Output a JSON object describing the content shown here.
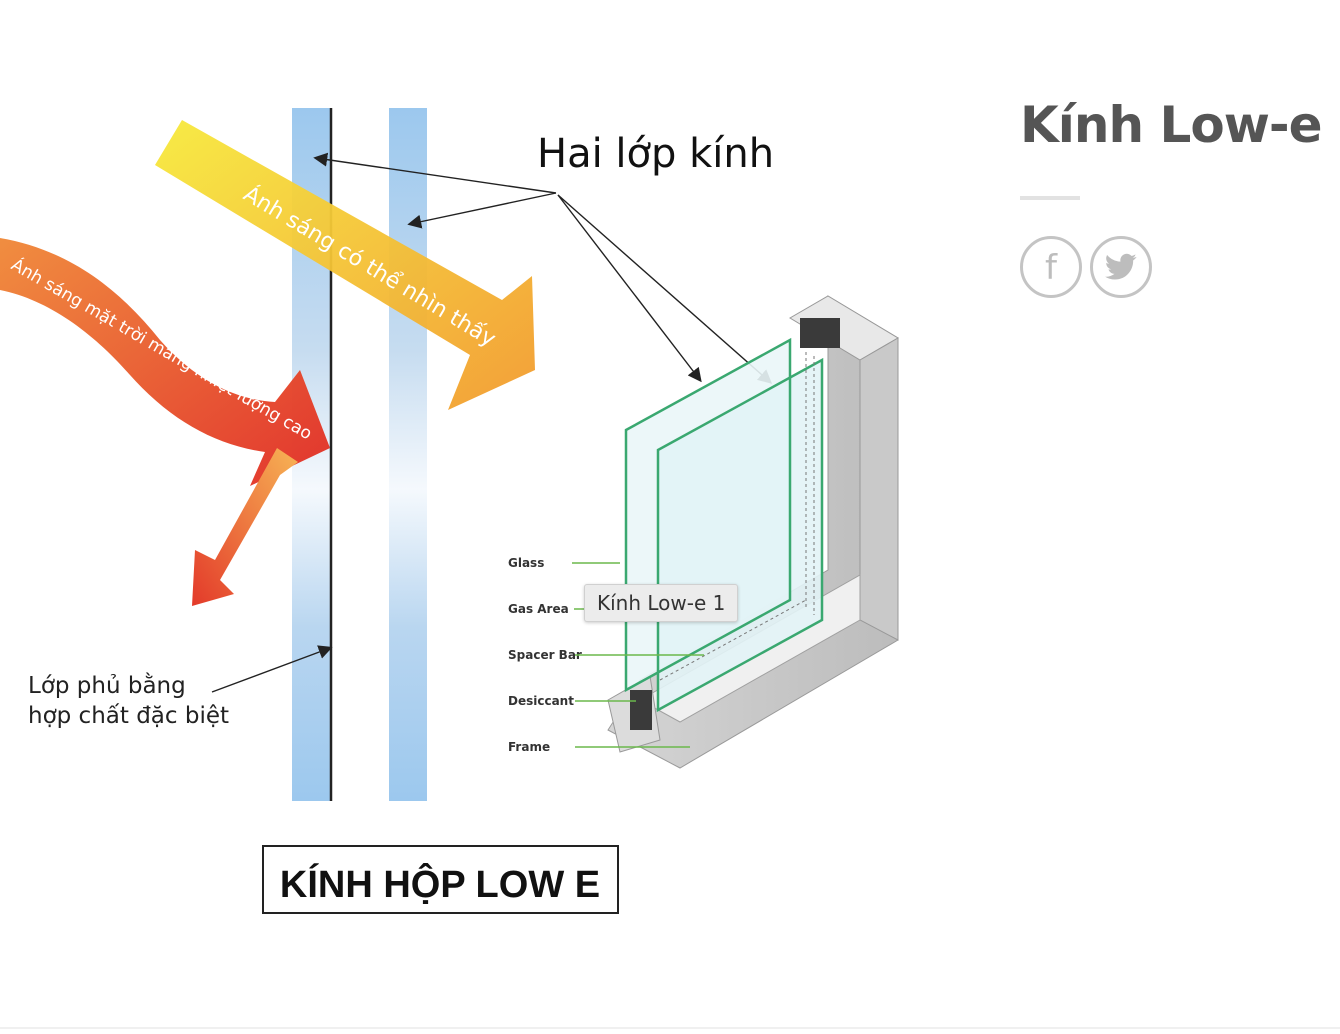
{
  "product": {
    "title": "Kính Low-e",
    "image_tooltip": "Kính Low-e 1",
    "share": [
      {
        "network": "facebook",
        "icon": "facebook-icon",
        "glyph": "f"
      },
      {
        "network": "twitter",
        "icon": "twitter-icon"
      }
    ]
  },
  "diagram": {
    "heading": "Hai lớp kính",
    "visible_light": "Ánh sáng có thể nhìn thấy",
    "heat_light": "Ánh sáng mặt trời mang nhiệt lượng cao",
    "coating_line1": "Lớp phủ bằng",
    "coating_line2": "hợp chất đặc biệt",
    "caption": "KÍNH HỘP LOW E",
    "parts": [
      "Glass",
      "Gas Area",
      "Spacer Bar",
      "Desiccant",
      "Frame"
    ]
  },
  "colors": {
    "title": "#555555",
    "icon_border": "#c4c4c4",
    "glass_pane": "#9cc8ee",
    "glass_edge": "#3aa870"
  }
}
